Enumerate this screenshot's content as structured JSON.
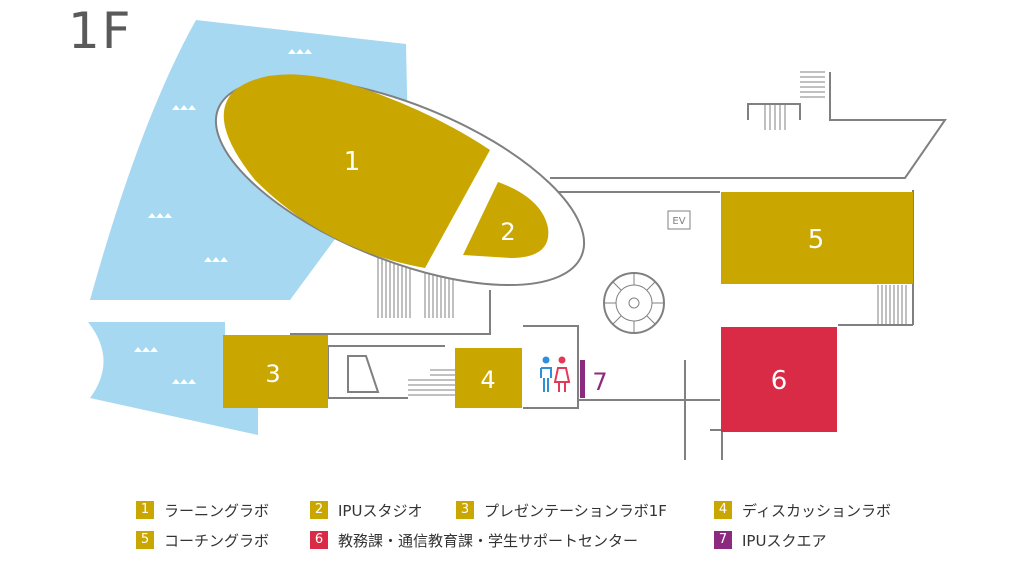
{
  "floor_label": "1F",
  "rooms": [
    {
      "id": "1",
      "label": "1",
      "color": "#c9a600"
    },
    {
      "id": "2",
      "label": "2",
      "color": "#c9a600"
    },
    {
      "id": "3",
      "label": "3",
      "color": "#c9a600"
    },
    {
      "id": "4",
      "label": "4",
      "color": "#c9a600"
    },
    {
      "id": "5",
      "label": "5",
      "color": "#c9a600"
    },
    {
      "id": "6",
      "label": "6",
      "color": "#d92b45"
    },
    {
      "id": "7",
      "label": "7",
      "color": "#8b2a7f"
    }
  ],
  "elevator_label": "EV",
  "colors": {
    "room": "#c9a600",
    "office": "#d92b45",
    "square": "#8b2a7f",
    "water": "#a6d8f2",
    "wall": "#808080",
    "restroom_male": "#2f8fd8",
    "restroom_female": "#e23a57"
  },
  "legend": [
    {
      "num": "1",
      "label": "ラーニングラボ",
      "color": "#c9a600"
    },
    {
      "num": "2",
      "label": "IPUスタジオ",
      "color": "#c9a600"
    },
    {
      "num": "3",
      "label": "プレゼンテーションラボ1F",
      "color": "#c9a600"
    },
    {
      "num": "4",
      "label": "ディスカッションラボ",
      "color": "#c9a600"
    },
    {
      "num": "5",
      "label": "コーチングラボ",
      "color": "#c9a600"
    },
    {
      "num": "6",
      "label": "教務課・通信教育課・学生サポートセンター",
      "color": "#d92b45"
    },
    {
      "num": "7",
      "label": "IPUスクエア",
      "color": "#8b2a7f"
    }
  ]
}
